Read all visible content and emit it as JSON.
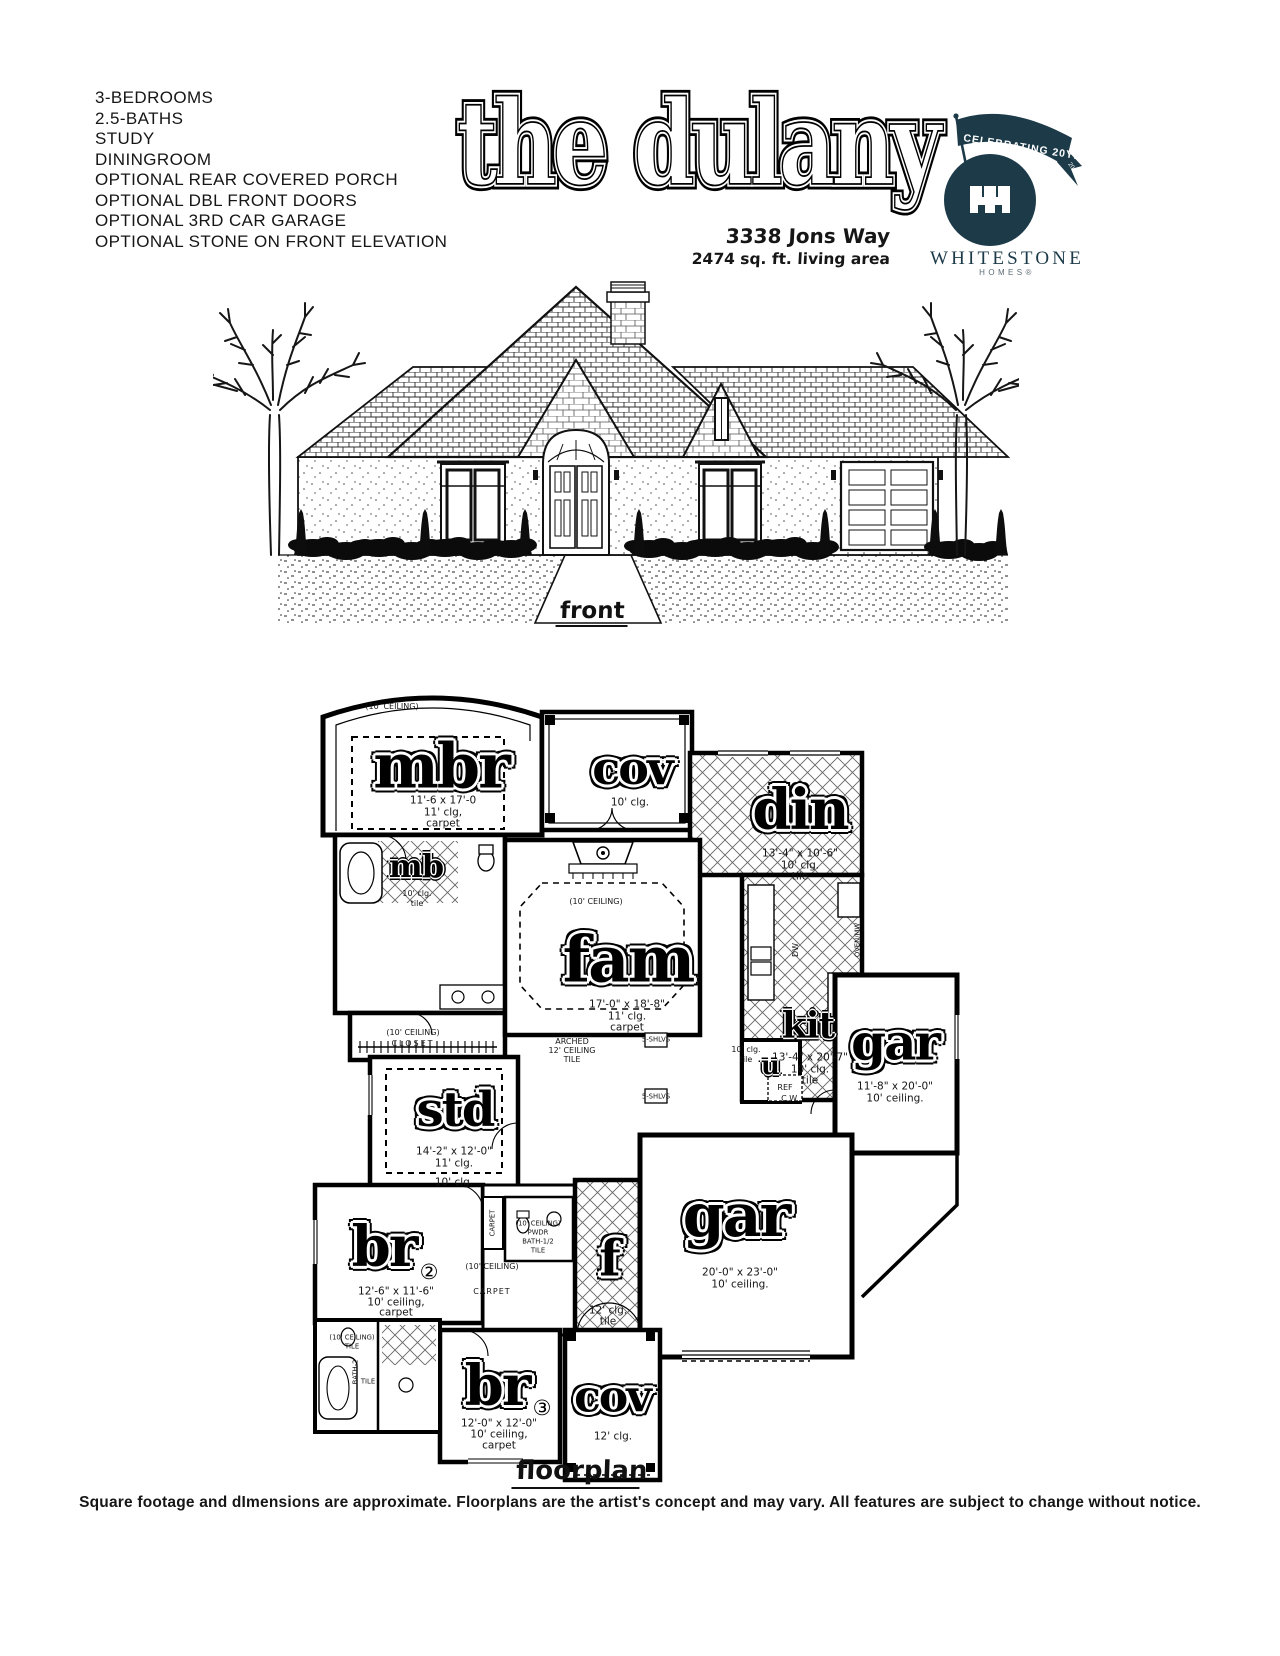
{
  "features": [
    "3-BEDROOMS",
    "2.5-BATHS",
    "STUDY",
    "DININGROOM",
    "OPTIONAL REAR COVERED PORCH",
    "OPTIONAL DBL FRONT DOORS",
    "OPTIONAL 3RD CAR GARAGE",
    "OPTIONAL STONE ON FRONT ELEVATION"
  ],
  "header": {
    "title": "the dulany",
    "address": "3338 Jons Way",
    "sqft": "2474 sq. ft. living area"
  },
  "logo": {
    "banner": "CELEBRATING 20YRS",
    "year": "2017",
    "name": "WHITESTONE",
    "sub": "HOMES®",
    "color": "#1d3a49"
  },
  "elevation": {
    "label": "front"
  },
  "floorplan": {
    "label": "floorplan",
    "rooms": {
      "mbr": {
        "label": "mbr",
        "ceiling": "(10' CEILING)",
        "dims": "11'-6 x 17'-0",
        "clg": "11' clg,",
        "floor": "carpet"
      },
      "cov_rear": {
        "label": "cov",
        "clg": "10' clg."
      },
      "din": {
        "label": "din",
        "dims": "13'-4\" x 10'-6\"",
        "clg": "10' clg.",
        "floor": "tile"
      },
      "mb": {
        "label": "mb",
        "clg": "10' clg.",
        "floor": "tile"
      },
      "fam": {
        "label": "fam",
        "ceiling": "(10' CEILING)",
        "dims": "17'-0\" x 18'-8\"",
        "clg": "11' clg.",
        "floor": "carpet"
      },
      "kit": {
        "label": "kit",
        "dims": "13'-4\" x 20'-7\"",
        "clg": "10' clg.",
        "floor": "tile"
      },
      "u": {
        "label": "u",
        "clg": "10' clg.",
        "floor": "tile"
      },
      "gar_side": {
        "label": "gar",
        "dims": "11'-8\" x 20'-0\"",
        "clg": "10' ceiling."
      },
      "closet": {
        "ceiling": "(10' CEILING)",
        "label": "CLOSET"
      },
      "std": {
        "label": "std",
        "dims": "14'-2\" x 12'-0\"",
        "clg": "11' clg.",
        "clg_outer": "10' clg."
      },
      "br2": {
        "label": "br",
        "num": "②",
        "dims": "12'-6\" x 11'-6\"",
        "clg": "10' ceiling,",
        "floor": "carpet"
      },
      "pwdr": {
        "l1": "(10' CEILING)",
        "l2": "PWDR",
        "l3": "BATH-1/2",
        "l4": "TILE"
      },
      "hall": {
        "ceiling": "(10' CEILING)",
        "floor": "CARPET",
        "closet": "CARPET"
      },
      "foyer": {
        "label": "f",
        "clg": "12' clg.",
        "floor": "tile"
      },
      "gar_main": {
        "label": "gar",
        "dims": "20'-0\" x 23'-0\"",
        "clg": "10' ceiling."
      },
      "br3": {
        "label": "br",
        "num": "③",
        "dims": "12'-0\" x 12'-0\"",
        "clg": "10' ceiling,",
        "floor": "carpet"
      },
      "bath2": {
        "l1": "(10' CEILING)",
        "l2": "TILE",
        "l3": "BATH-2",
        "l4": "TILE"
      },
      "cov_front": {
        "label": "cov",
        "clg": "12' clg."
      }
    },
    "annotations": {
      "arched1": "ARCHED",
      "arched2": "12' CEILING",
      "arched3": "TILE",
      "shelves": "5-SHLVS",
      "ref": "REF",
      "cw": "C.W.",
      "dw": "DW",
      "oven": "OVEN/MW"
    }
  },
  "disclaimer": "Square footage and dImensions are approximate. Floorplans are the artist's concept and may vary. All features are subject to change without notice."
}
